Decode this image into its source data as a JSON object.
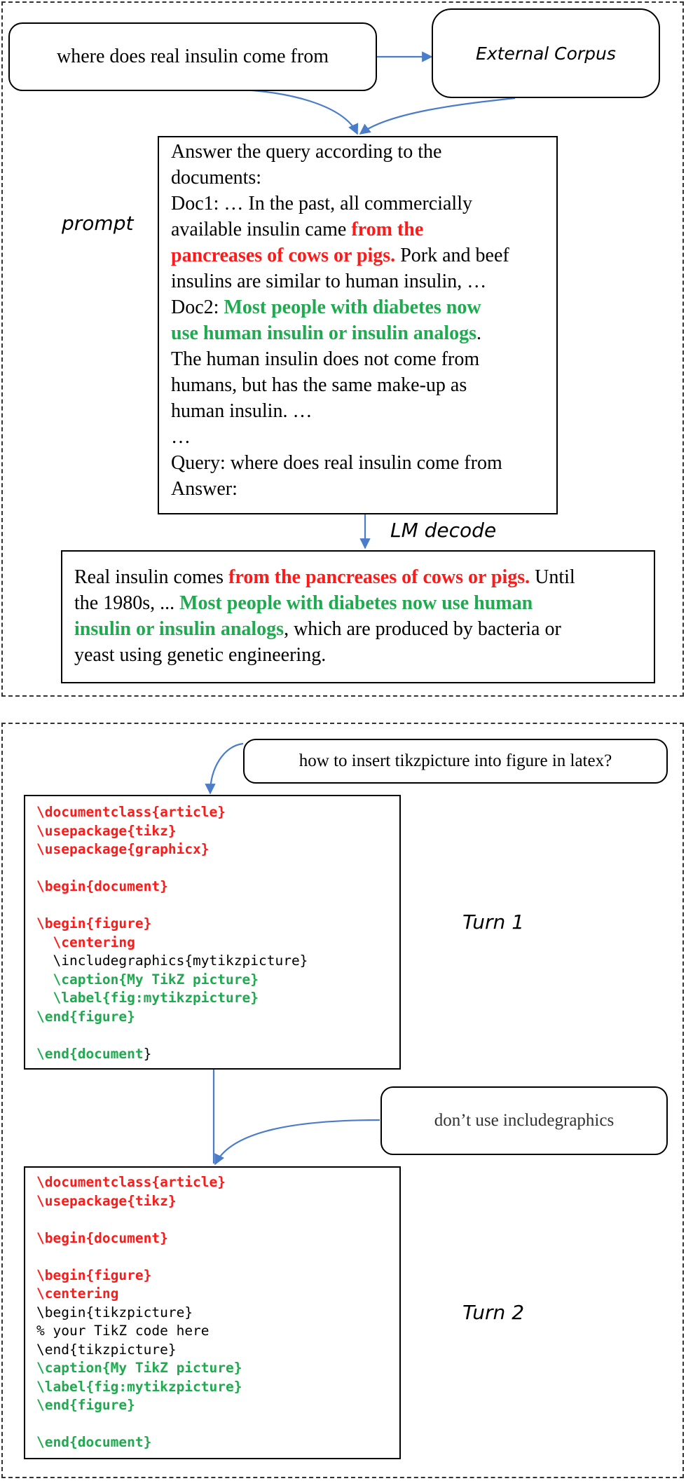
{
  "top_panel": {
    "query_box": "where does real insulin come from",
    "corpus_box": "External Corpus",
    "prompt_label": "prompt",
    "decode_label": "LM decode",
    "prompt_lines": [
      [
        {
          "t": "Answer the query according to the"
        }
      ],
      [
        {
          "t": "documents:"
        }
      ],
      [
        {
          "t": "Doc1: … In the past, all commercially"
        }
      ],
      [
        {
          "t": "available insulin came "
        },
        {
          "t": "from the",
          "s": "red"
        }
      ],
      [
        {
          "t": "pancreases of cows or pigs.",
          "s": "red"
        },
        {
          "t": " Pork and beef"
        }
      ],
      [
        {
          "t": "insulins are similar to human insulin, …"
        }
      ],
      [
        {
          "t": "Doc2: "
        },
        {
          "t": "Most people with diabetes now",
          "s": "green"
        }
      ],
      [
        {
          "t": "use human insulin or insulin analogs",
          "s": "green"
        },
        {
          "t": "."
        }
      ],
      [
        {
          "t": "The human insulin does not come from"
        }
      ],
      [
        {
          "t": "humans, but has the same make-up as"
        }
      ],
      [
        {
          "t": "human insulin. …"
        }
      ],
      [
        {
          "t": "…"
        }
      ],
      [
        {
          "t": "Query: where does real insulin come from"
        }
      ],
      [
        {
          "t": "Answer:"
        }
      ]
    ],
    "answer_lines": [
      [
        {
          "t": "Real insulin comes "
        },
        {
          "t": "from the pancreases of cows or pigs.",
          "s": "red"
        },
        {
          "t": " Until"
        }
      ],
      [
        {
          "t": "the 1980s, ... "
        },
        {
          "t": "Most people with diabetes now use human",
          "s": "green"
        }
      ],
      [
        {
          "t": "insulin or insulin analogs",
          "s": "green"
        },
        {
          "t": ", which are produced by bacteria or"
        }
      ],
      [
        {
          "t": "yeast using genetic engineering."
        }
      ]
    ]
  },
  "bottom_panel": {
    "question1": "how to insert tikzpicture into figure in latex?",
    "question2": "don’t use includegraphics",
    "turn1_label": "Turn 1",
    "turn2_label": "Turn 2",
    "code1": [
      [
        {
          "t": "\\documentclass{article}",
          "s": "r"
        }
      ],
      [
        {
          "t": "\\usepackage{tikz}",
          "s": "r"
        }
      ],
      [
        {
          "t": "\\usepackage{graphicx}",
          "s": "r"
        }
      ],
      [
        {
          "t": ""
        }
      ],
      [
        {
          "t": "\\begin{document}",
          "s": "r"
        }
      ],
      [
        {
          "t": ""
        }
      ],
      [
        {
          "t": "\\begin{figure}",
          "s": "r"
        }
      ],
      [
        {
          "t": "  \\centering",
          "s": "r"
        }
      ],
      [
        {
          "t": "  \\includegraphics{mytikzpicture}",
          "s": "k"
        }
      ],
      [
        {
          "t": "  \\caption{My TikZ picture}",
          "s": "g"
        }
      ],
      [
        {
          "t": "  \\label{fig:mytikzpicture}",
          "s": "g"
        }
      ],
      [
        {
          "t": "\\end{figure}",
          "s": "g"
        }
      ],
      [
        {
          "t": ""
        }
      ],
      [
        {
          "t": "\\end{document",
          "s": "g"
        },
        {
          "t": "}",
          "s": "k"
        }
      ]
    ],
    "code2": [
      [
        {
          "t": "\\documentclass{article}",
          "s": "r"
        }
      ],
      [
        {
          "t": "\\usepackage{tikz}",
          "s": "r"
        }
      ],
      [
        {
          "t": ""
        }
      ],
      [
        {
          "t": "\\begin{document}",
          "s": "r"
        }
      ],
      [
        {
          "t": ""
        }
      ],
      [
        {
          "t": "\\begin{figure}",
          "s": "r"
        }
      ],
      [
        {
          "t": "\\centering",
          "s": "r"
        }
      ],
      [
        {
          "t": "\\begin{tikzpicture}",
          "s": "k"
        }
      ],
      [
        {
          "t": "% your TikZ code here",
          "s": "k"
        }
      ],
      [
        {
          "t": "\\end{tikzpicture}",
          "s": "k"
        }
      ],
      [
        {
          "t": "\\caption{My TikZ picture}",
          "s": "g"
        }
      ],
      [
        {
          "t": "\\label{fig:mytikzpicture}",
          "s": "g"
        }
      ],
      [
        {
          "t": "\\end{figure}",
          "s": "g"
        }
      ],
      [
        {
          "t": ""
        }
      ],
      [
        {
          "t": "\\end{document}",
          "s": "g"
        }
      ]
    ]
  },
  "colors": {
    "red": "#ff1a1a",
    "green": "#1faa4f",
    "arrow": "#4a7cc9"
  }
}
